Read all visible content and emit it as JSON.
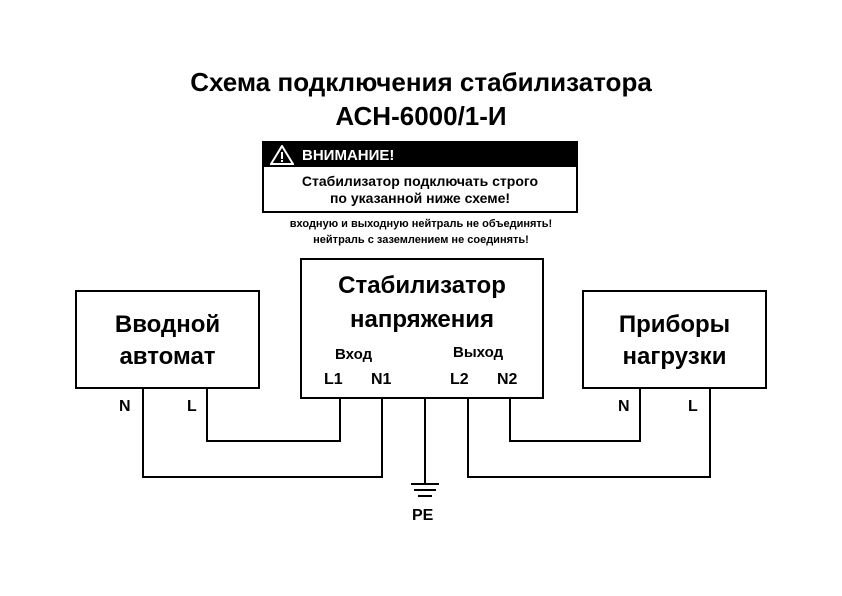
{
  "title": {
    "line1": "Схема подключения  стабилизатора",
    "line2": "АСН-6000/1-И"
  },
  "warning": {
    "icon": "warning-triangle-icon",
    "header": "ВНИМАНИЕ!",
    "body_line1": "Стабилизатор подключать строго",
    "body_line2": "по указанной ниже схеме!"
  },
  "notes": {
    "line1": "входную и выходную нейтраль не объединять!",
    "line2": "нейтраль с заземлением не соединять!"
  },
  "input_breaker": {
    "line1": "Вводной",
    "line2": "автомат",
    "term_n": "N",
    "term_l": "L"
  },
  "stabilizer": {
    "line1": "Стабилизатор",
    "line2": "напряжения",
    "input_label": "Вход",
    "output_label": "Выход",
    "term_l1": "L1",
    "term_n1": "N1",
    "term_l2": "L2",
    "term_n2": "N2"
  },
  "load": {
    "line1": "Приборы",
    "line2": "нагрузки",
    "term_n": "N",
    "term_l": "L"
  },
  "ground": {
    "label": "PE",
    "icon": "ground-symbol-icon"
  }
}
